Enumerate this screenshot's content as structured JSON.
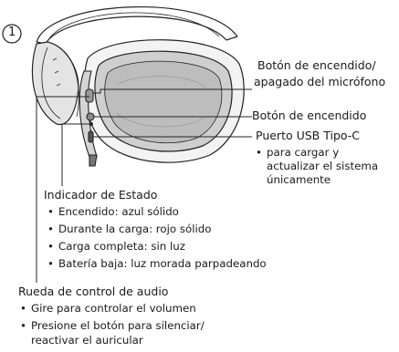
{
  "step_number": "1",
  "callouts": {
    "mic_button": {
      "lines": [
        "Botón de encendido/",
        "apagado del micrófono"
      ]
    },
    "power_button": {
      "label": "Botón de encendido"
    },
    "usb_port": {
      "label": "Puerto USB Tipo-C",
      "bullets": [
        "para cargar y",
        "actualizar el sistema",
        "únicamente"
      ]
    },
    "status_indicator": {
      "label": "Indicador de Estado",
      "bullets": [
        "Encendido: azul sólido",
        "Durante la carga: rojo sólido",
        "Carga completa: sin luz",
        "Batería baja: luz morada parpadeando"
      ]
    },
    "volume_wheel": {
      "label": "Rueda de control de audio",
      "bullets": [
        "Gire para controlar el volumen",
        "Presione el botón para silenciar/",
        "reactivar el auricular"
      ]
    }
  }
}
